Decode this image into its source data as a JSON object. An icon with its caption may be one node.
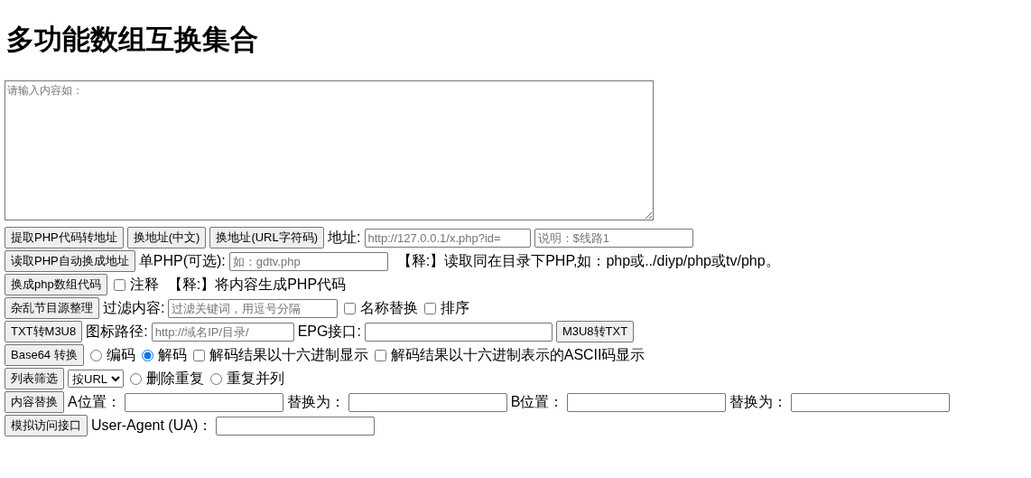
{
  "diagram": {
    "title": "多功能数组互换集合",
    "labels": [
      "请输入内容如：",
      "提取PHP代码转地址",
      "换地址(中文)",
      "换地址(URL字符码)",
      "地址:",
      "http://127.0.0.1/x.php?id=",
      "说明：$线路1",
      "读取PHP自动换成地址",
      "单PHP(可选):",
      "如：gdtv.php",
      "【释:】读取同在目录下PHP,如：php或../diyp/php或tv/php。",
      "换成php数组代码",
      "注释",
      "【释:】将内容生成PHP代码",
      "杂乱节目源整理",
      "过滤内容:",
      "过滤关键词，用逗号分隔",
      "名称替换",
      "排序",
      "TXT转M3U8",
      "图标路径:",
      "http://域名IP/目录/",
      "EPG接口:",
      "M3U8转TXT",
      "Base64 转换",
      "编码",
      "解码",
      "解码结果以十六进制显示",
      "解码结果以十六进制表示的ASCII码显示",
      "列表筛选",
      "按URL",
      "删除重复",
      "重复并列",
      "内容替换",
      "A位置：",
      "替换为：",
      "B位置：",
      "替换为：",
      "模拟访问接口",
      "User-Agent (UA)："
    ]
  }
}
